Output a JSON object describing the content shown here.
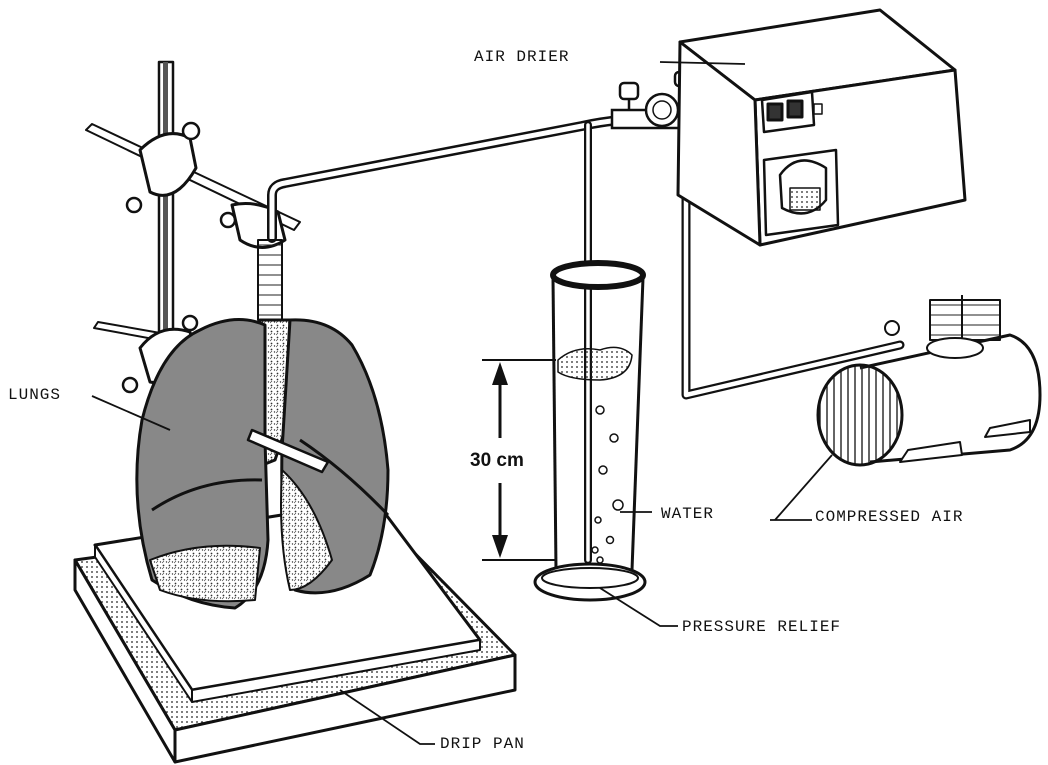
{
  "labels": {
    "air_drier": "AIR DRIER",
    "lungs": "LUNGS",
    "water": "WATER",
    "compressed_air": "COMPRESSED AIR",
    "pressure_relief": "PRESSURE RELIEF",
    "drip_pan": "DRIP PAN"
  },
  "measurement": "30 cm"
}
